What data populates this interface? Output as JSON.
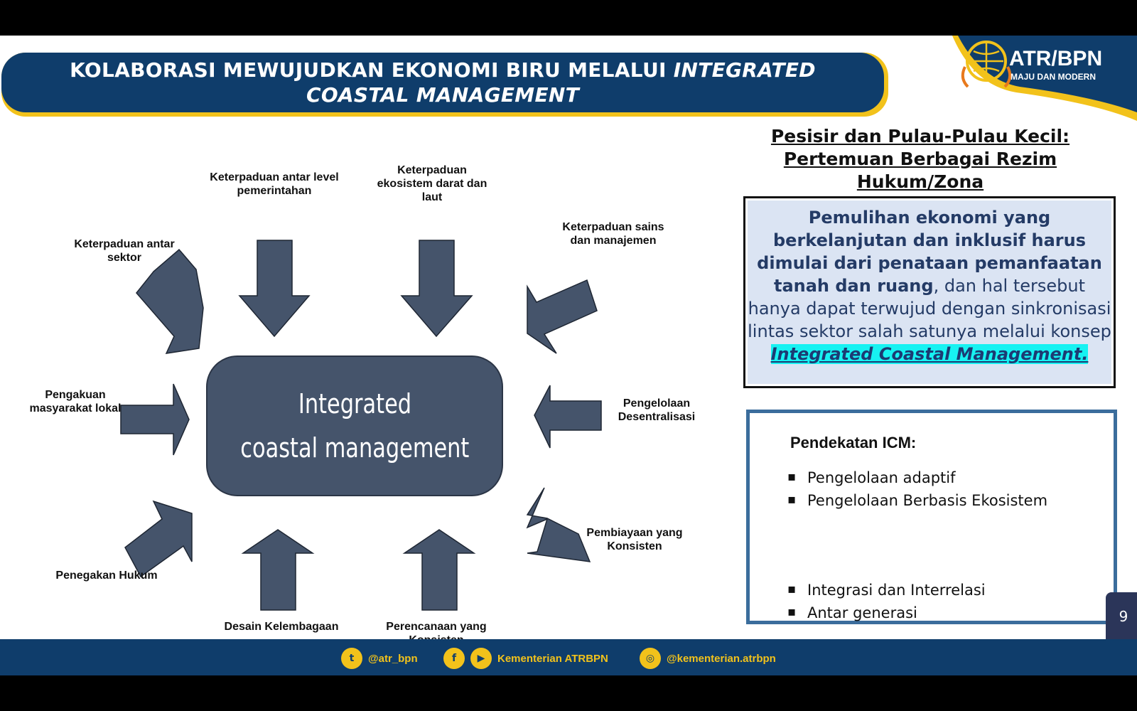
{
  "slide": {
    "title_plain": "KOLABORASI MEWUJUDKAN EKONOMI BIRU MELALUI ",
    "title_italic": "INTEGRATED COASTAL MANAGEMENT",
    "logo": {
      "name": "ATR/BPN",
      "tagline": "MAJU DAN MODERN"
    },
    "page_number": "9"
  },
  "diagram": {
    "center_line1": "Integrated",
    "center_line2": "coastal management",
    "labels": {
      "antar_level": "Keterpaduan antar level pemerintahan",
      "ekosistem": "Keterpaduan ekosistem darat dan laut",
      "sains": "Keterpaduan sains dan manajemen",
      "antar_sektor": "Keterpaduan antar sektor",
      "masyarakat": "Pengakuan masyarakat lokal",
      "desentralisasi": "Pengelolaan Desentralisasi",
      "pembiayaan": "Pembiayaan yang Konsisten",
      "hukum": "Penegakan Hukum",
      "kelembagaan": "Desain Kelembagaan",
      "perencanaan": "Perencanaan yang Konsisten"
    }
  },
  "right_panel": {
    "heading": "Pesisir dan Pulau-Pulau Kecil: Pertemuan Berbagai Rezim Hukum/Zona",
    "quote_bold": "Pemulihan ekonomi yang berkelanjutan dan inklusif harus dimulai dari penataan pemanfaatan tanah dan ruang",
    "quote_normal": ", dan hal tersebut hanya dapat terwujud dengan sinkronisasi lintas sektor salah satunya melalui konsep ",
    "quote_highlight": "Integrated Coastal Management.",
    "icm_title": "Pendekatan ICM:",
    "icm_items": [
      "Pengelolaan adaptif",
      "Pengelolaan Berbasis Ekosistem",
      "Integrasi dan Interrelasi",
      "Antar generasi"
    ]
  },
  "footer": {
    "twitter": "@atr_bpn",
    "facebook_youtube": "Kementerian ATRBPN",
    "instagram": "@kementerian.atrbpn"
  },
  "colors": {
    "navy": "#0f3d6b",
    "gold": "#f2c21b",
    "arrow": "#45546b",
    "highlight": "#17f2f2"
  }
}
